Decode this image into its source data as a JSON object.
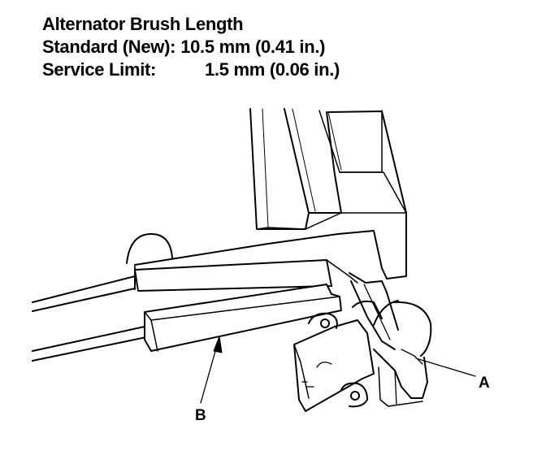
{
  "spec": {
    "title": "Alternator Brush Length",
    "standard_label": "Standard (New):",
    "standard_value": "10.5 mm (0.41 in.)",
    "service_label": "Service Limit:",
    "service_value": "1.5 mm (0.06 in.)"
  },
  "callouts": {
    "a": "A",
    "b": "B"
  }
}
